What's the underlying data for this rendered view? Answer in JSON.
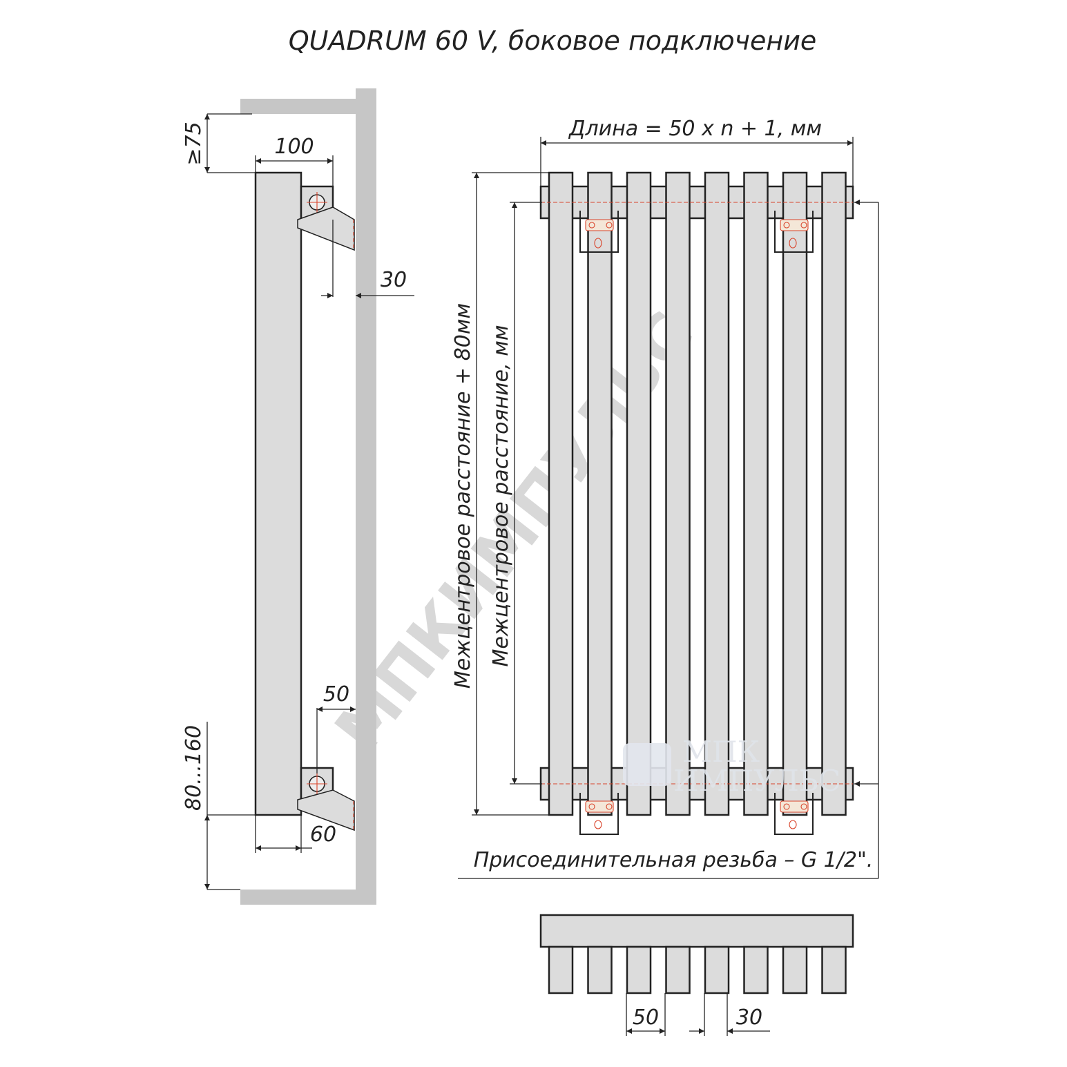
{
  "title": "QUADRUM 60 V, боковое подключение",
  "dims": {
    "top_clearance": "≥75",
    "depth": "100",
    "wall_gap": "30",
    "offset_50": "50",
    "bottom_range": "80...160",
    "offset_60": "60",
    "length": "Длина = 50 x n + 1, мм",
    "center_plus": "Межцентровое расстояние + 80мм",
    "center": "Межцентровое расстояние, мм",
    "pitch": "50",
    "tube": "30"
  },
  "note": "Присоединительная резьба – G 1/2\".",
  "watermark": "МПКИМПУЛЬС",
  "logo": {
    "line1": "МПК",
    "line2": "ИМПУЛЬС"
  },
  "colors": {
    "steel": "#dcdcdc",
    "wall": "#c6c6c6",
    "line": "#222222",
    "accent": "#d9442b"
  },
  "sections": 8
}
